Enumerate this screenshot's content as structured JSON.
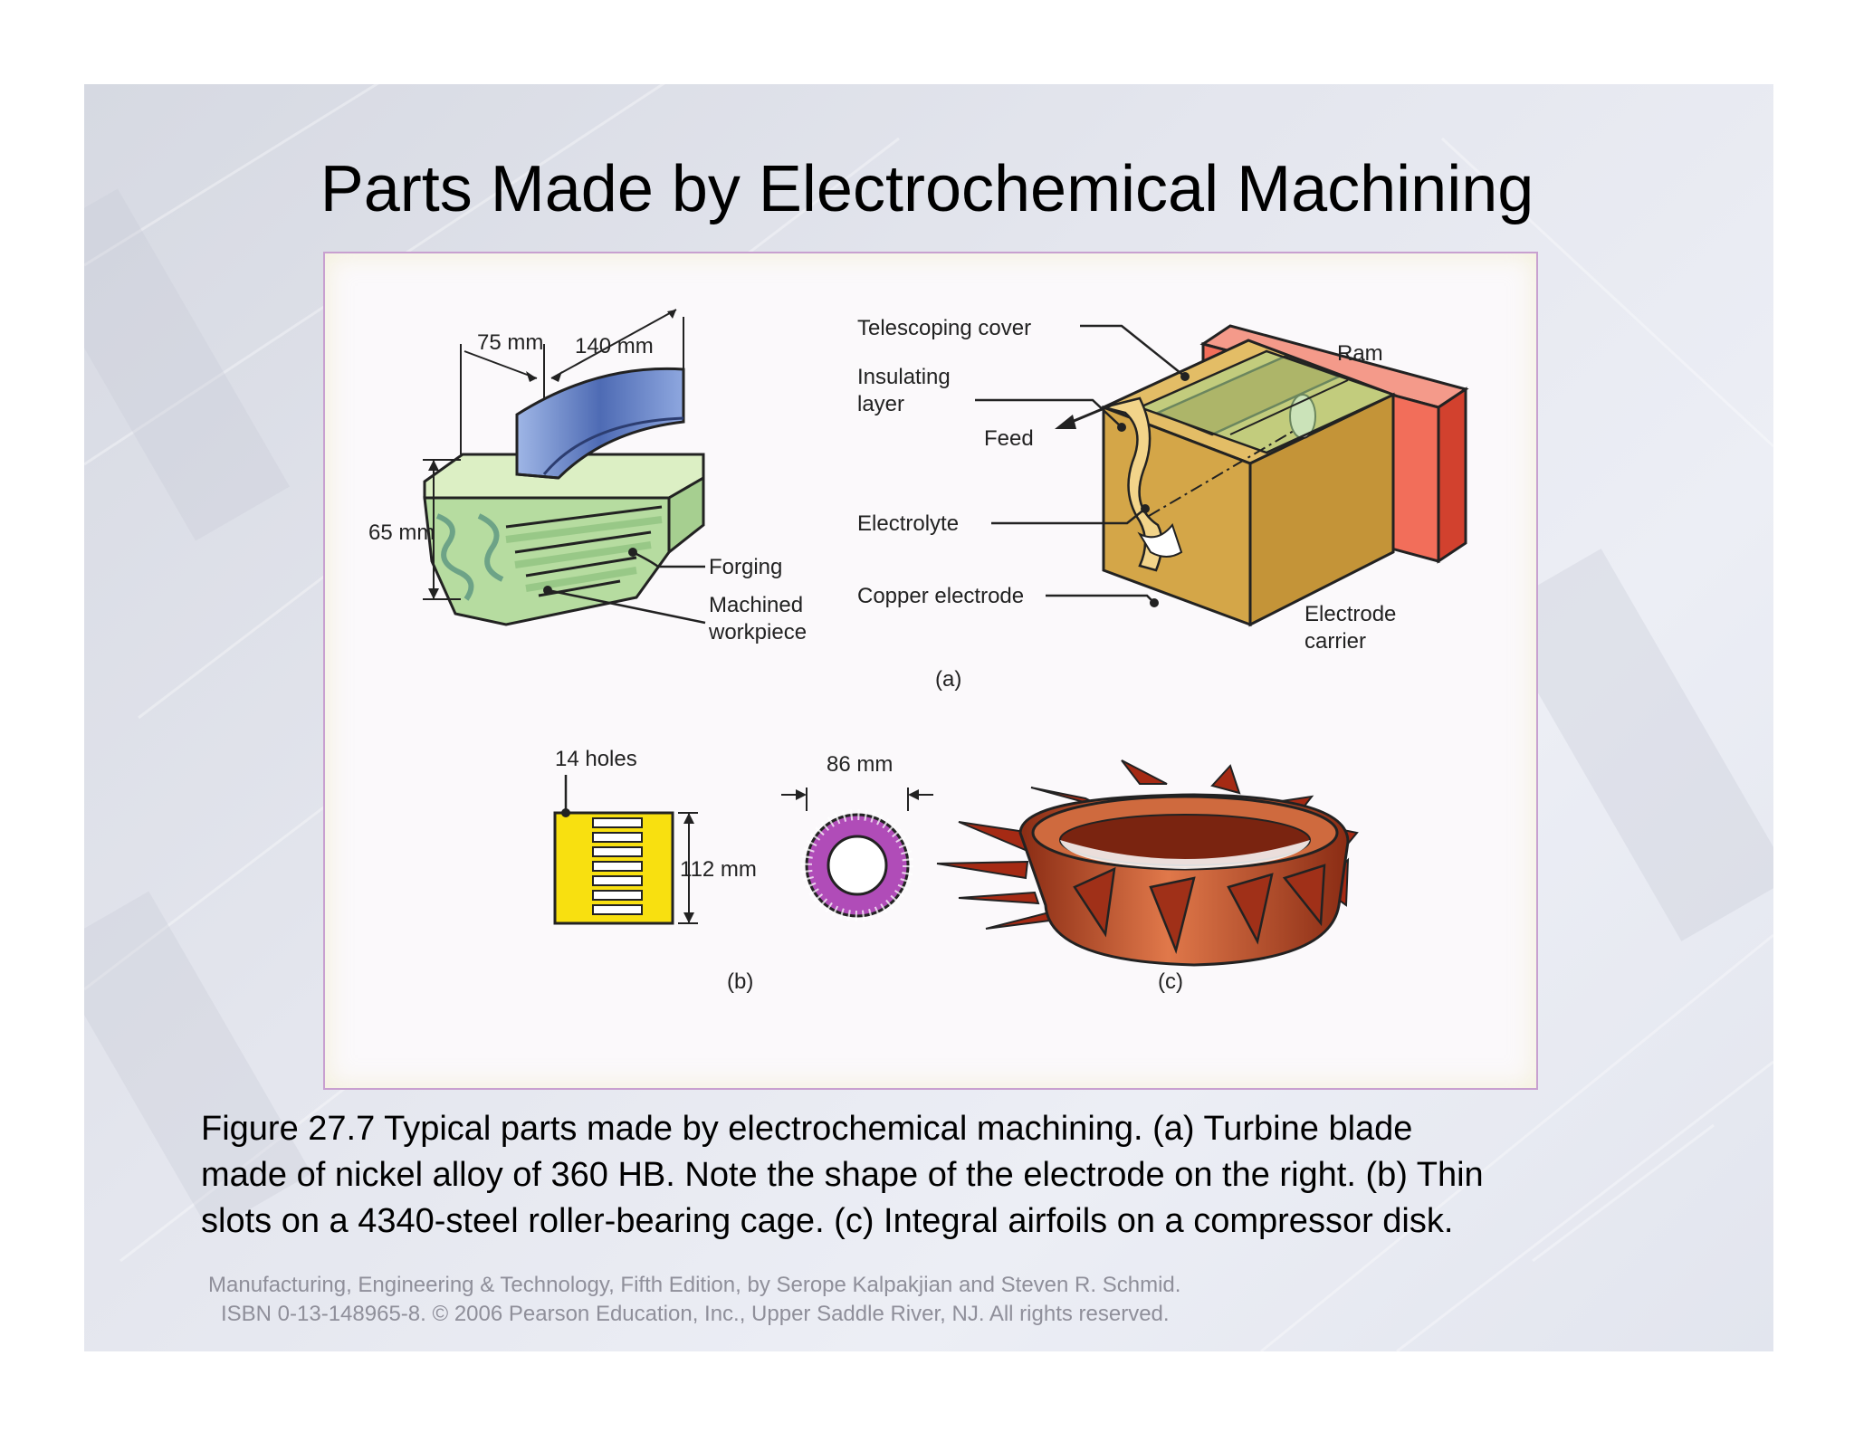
{
  "slide": {
    "title": "Parts Made by Electrochemical Machining",
    "caption_lines": [
      "Figure 27.7  Typical parts made by electrochemical machining.  (a)  Turbine blade",
      "made of nickel alloy of 360 HB.  Note the shape of the electrode on the right.  (b)  Thin",
      "slots on a 4340-steel roller-bearing cage.  (c)  Integral airfoils on a compressor disk."
    ],
    "footer_lines": [
      "Manufacturing, Engineering & Technology, Fifth Edition, by Serope Kalpakjian and Steven R. Schmid.",
      "ISBN 0-13-148965-8. © 2006 Pearson Education, Inc., Upper Saddle River, NJ.  All rights reserved."
    ]
  },
  "figure": {
    "part_a": {
      "label": "(a)",
      "dims": {
        "width1": "75 mm",
        "width2": "140 mm",
        "height": "65 mm"
      },
      "labels": {
        "forging": "Forging",
        "machined_1": "Machined",
        "machined_2": "workpiece",
        "telescoping": "Telescoping cover",
        "insulating_1": "Insulating",
        "insulating_2": "layer",
        "feed": "Feed",
        "ram": "Ram",
        "electrolyte": "Electrolyte",
        "copper": "Copper electrode",
        "carrier_1": "Electrode",
        "carrier_2": "carrier"
      }
    },
    "part_b": {
      "label": "(b)",
      "holes": "14 holes",
      "height": "112 mm",
      "diameter": "86 mm"
    },
    "part_c": {
      "label": "(c)"
    }
  },
  "colors": {
    "blade_blue": "#6d86c8",
    "forging_green": "#b8dca0",
    "block_gold": "#d6a94a",
    "ram_red": "#f07060",
    "cage_yellow": "#f8e000",
    "ring_purple": "#b050b8",
    "disk_red": "#b84020"
  }
}
